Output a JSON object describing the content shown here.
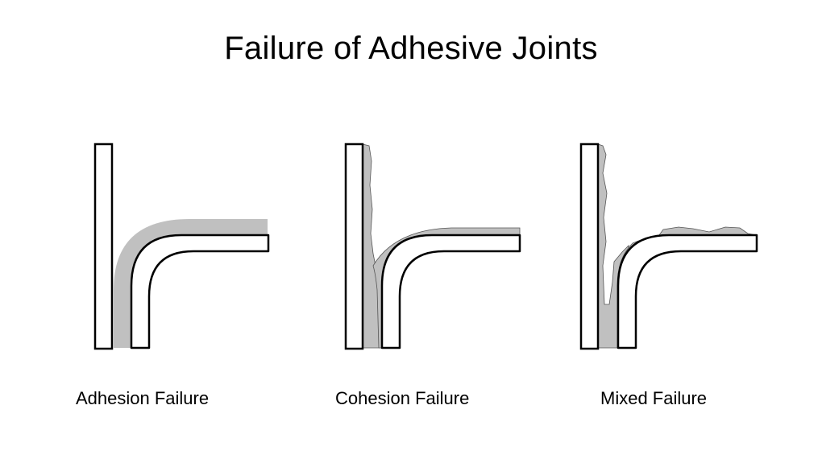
{
  "title": "Failure of Adhesive Joints",
  "panels": [
    {
      "caption": "Adhesion Failure"
    },
    {
      "caption": "Cohesion Failure"
    },
    {
      "caption": "Mixed Failure"
    }
  ],
  "colors": {
    "adhesive": "#c0c0c0",
    "adherend_fill": "#ffffff",
    "outline": "#000000"
  }
}
